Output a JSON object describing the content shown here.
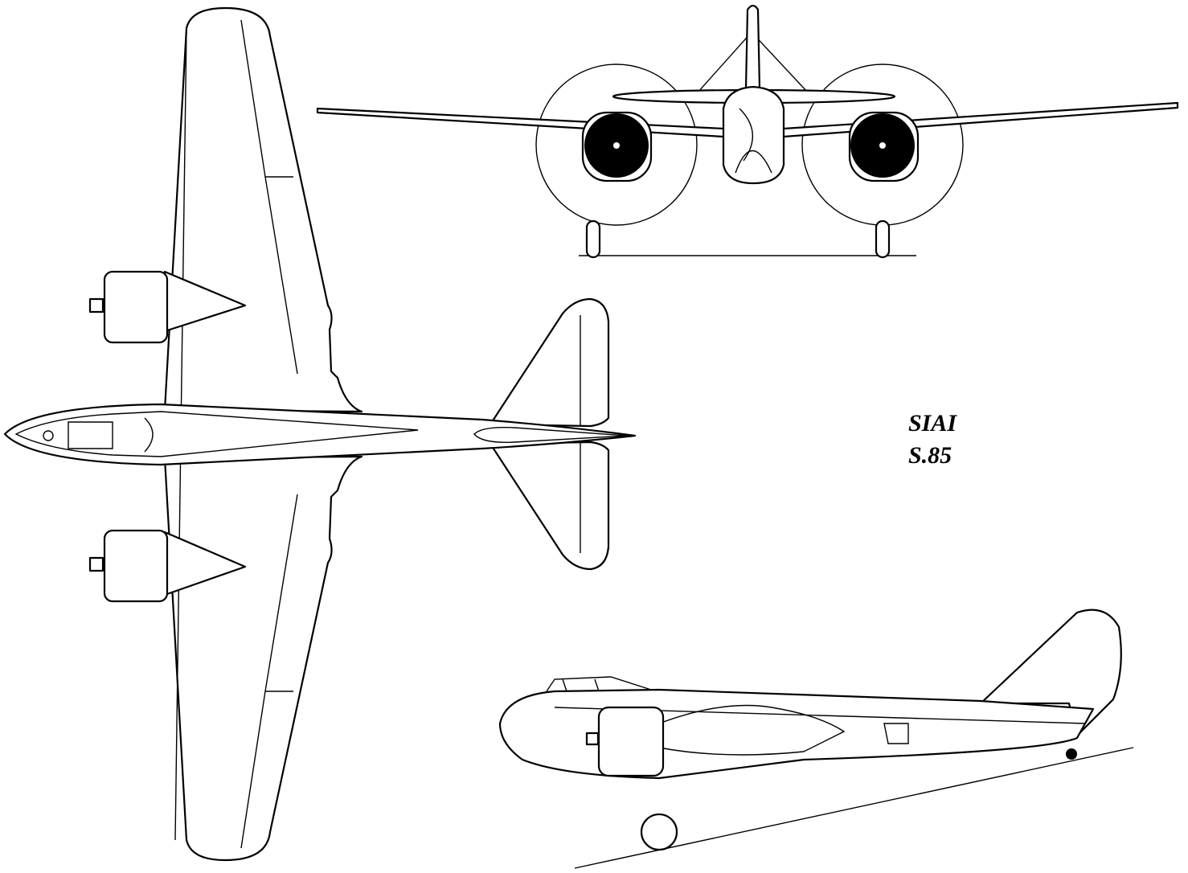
{
  "diagram": {
    "manufacturer": "SIAI",
    "model": "S.85",
    "views": [
      "plan-view",
      "front-view",
      "side-view"
    ],
    "line_color": "#000000",
    "background": "#ffffff"
  }
}
